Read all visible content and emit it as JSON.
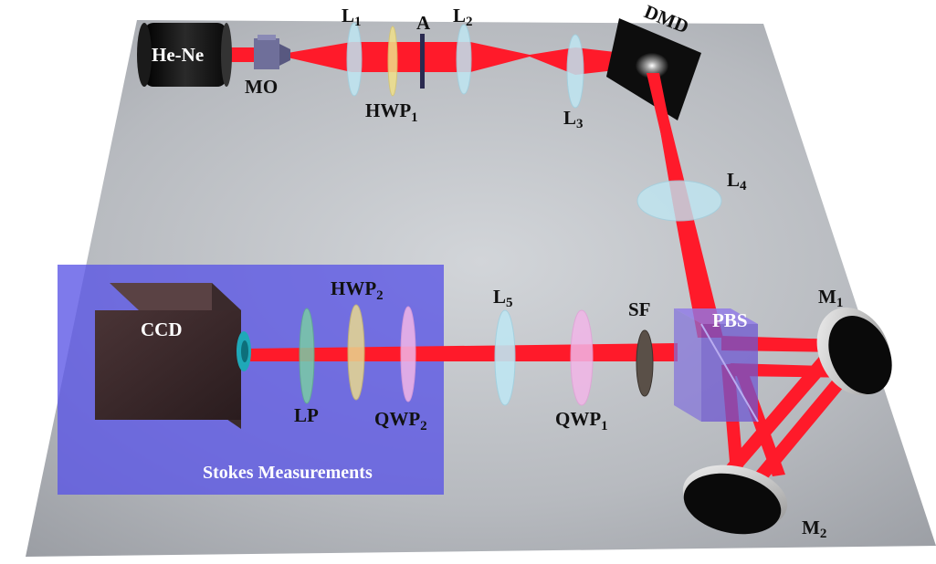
{
  "labels": {
    "laser": "He-Ne",
    "mo": "MO",
    "l1": "L",
    "l1_sub": "1",
    "hwp1": "HWP",
    "hwp1_sub": "1",
    "a": "A",
    "l2": "L",
    "l2_sub": "2",
    "l3": "L",
    "l3_sub": "3",
    "dmd": "DMD",
    "l4": "L",
    "l4_sub": "4",
    "l5": "L",
    "l5_sub": "5",
    "hwp2": "HWP",
    "hwp2_sub": "2",
    "ccd": "CCD",
    "lp": "LP",
    "qwp2": "QWP",
    "qwp2_sub": "2",
    "qwp1": "QWP",
    "qwp1_sub": "1",
    "sf": "SF",
    "pbs": "PBS",
    "m1": "M",
    "m1_sub": "1",
    "m2": "M",
    "m2_sub": "2",
    "stokes": "Stokes Measurements"
  },
  "colors": {
    "beam": "#ff1a2a",
    "table": "#b9bcc1",
    "stokes_box": "#5a55e6",
    "pbs_cube": "#7a5ad8",
    "lens": "#bfe6f2"
  }
}
